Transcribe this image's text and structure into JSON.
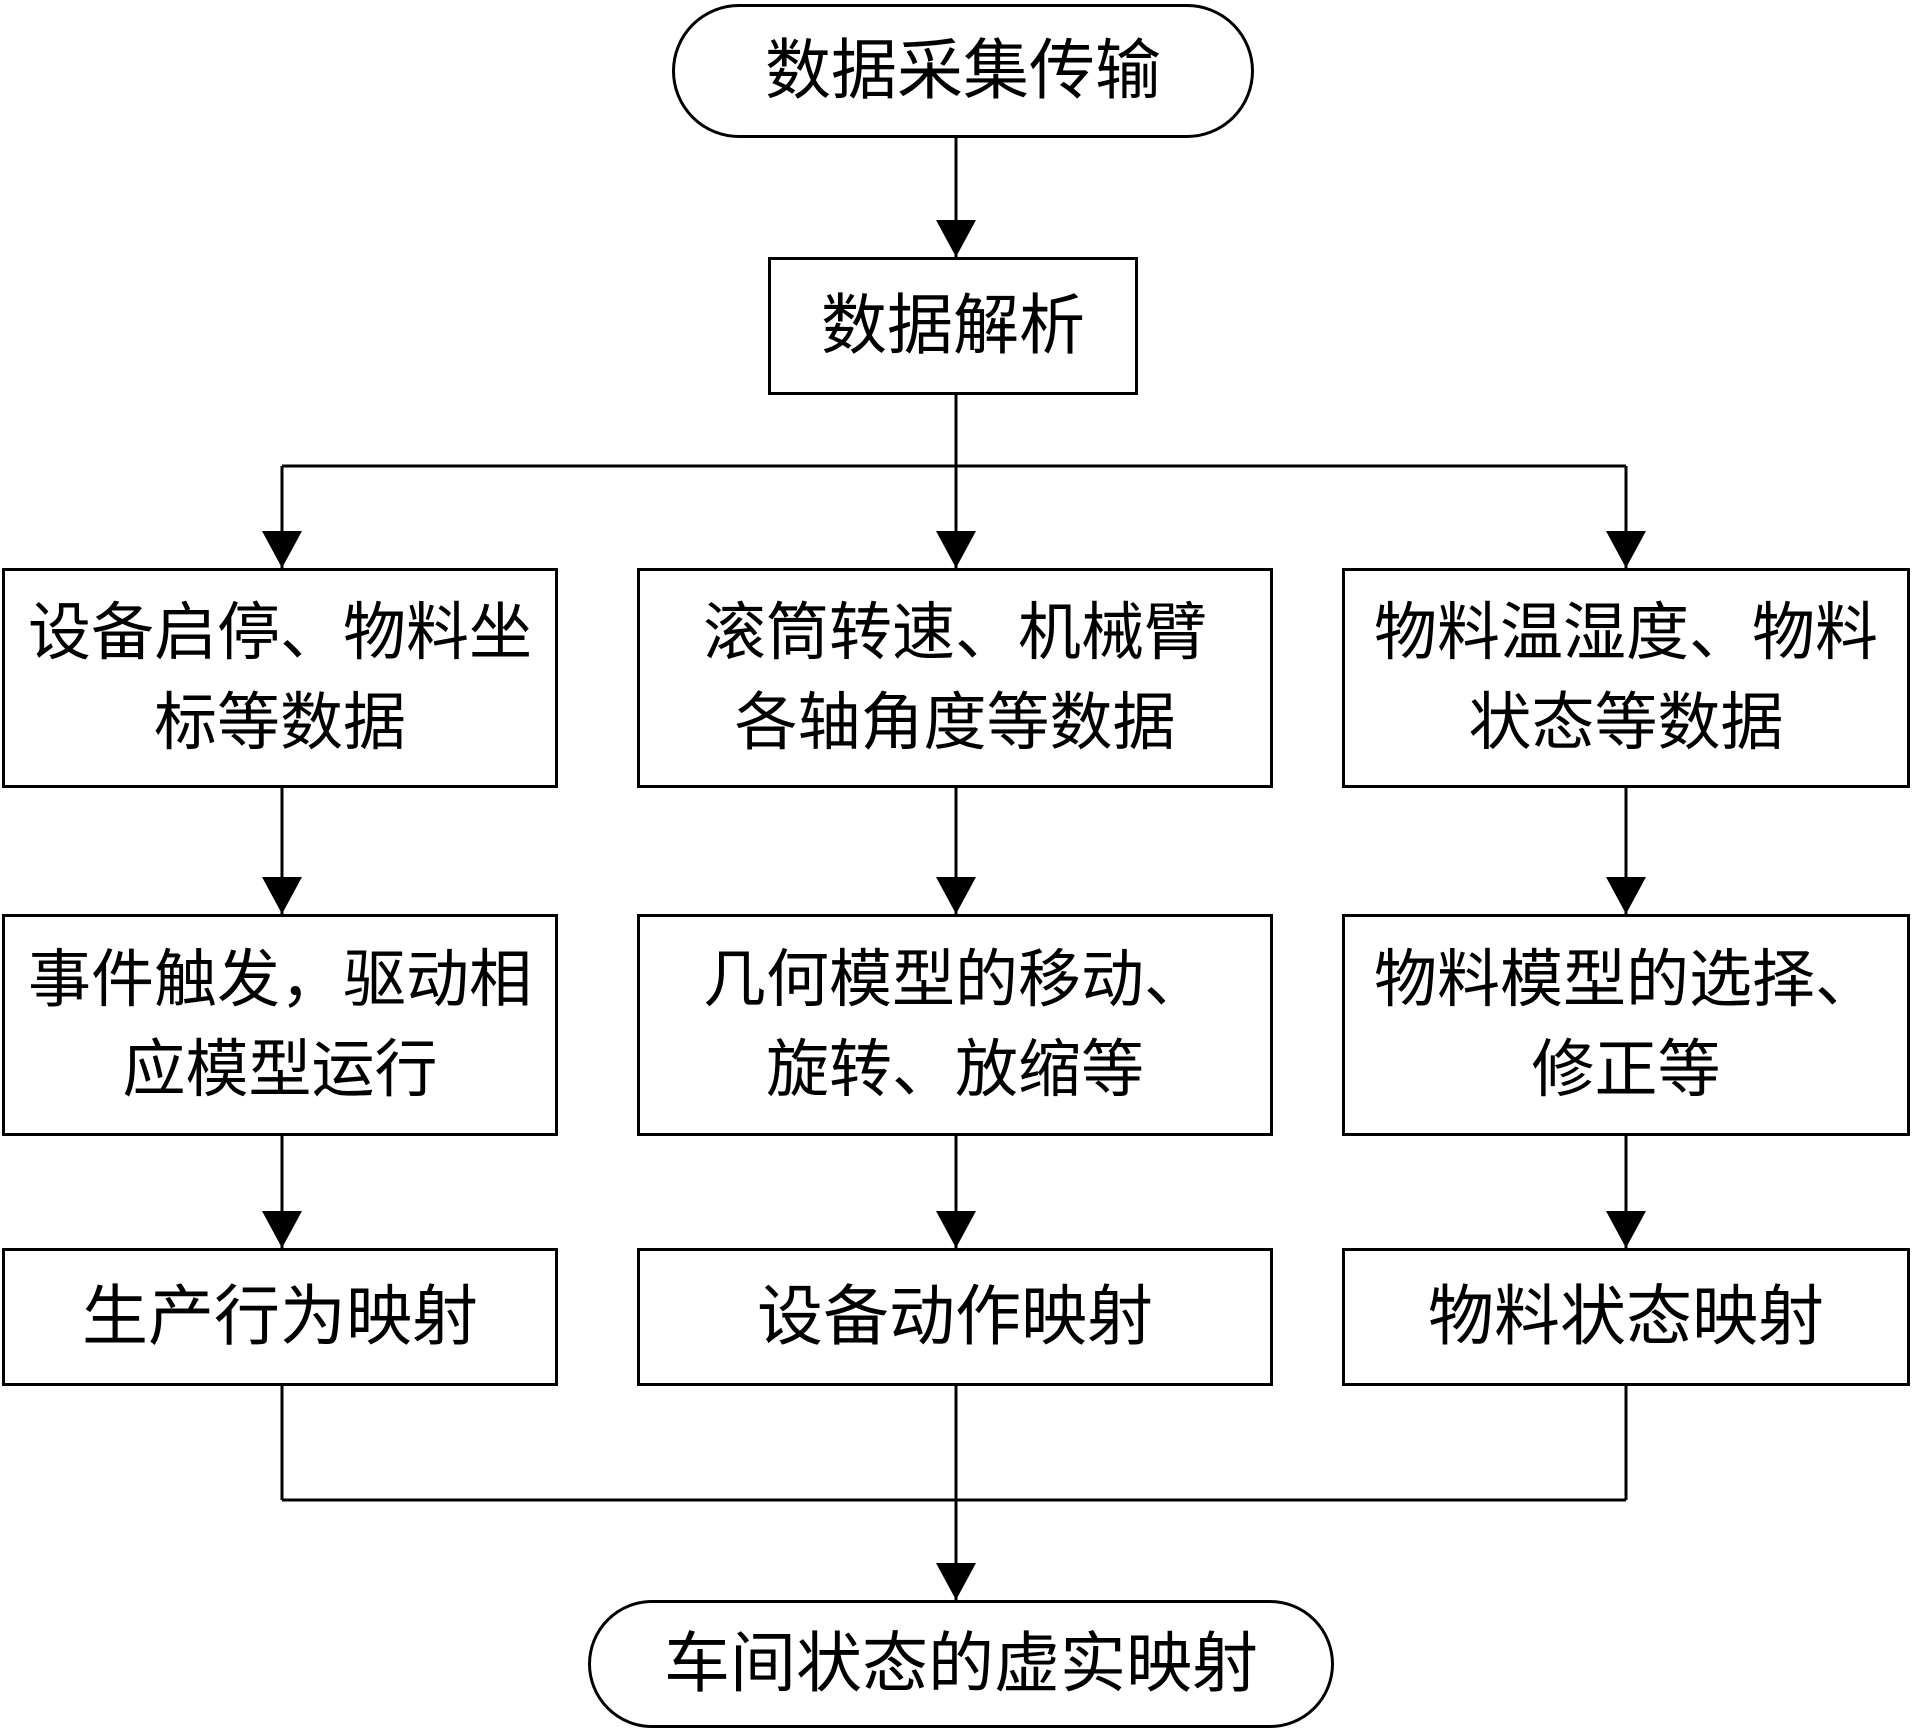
{
  "nodes": {
    "start": "数据采集传输",
    "parse": "数据解析",
    "left1": "设备启停、物料坐标等数据",
    "mid1": "滚筒转速、机械臂各轴角度等数据",
    "right1": "物料温湿度、物料状态等数据",
    "left2": "事件触发，驱动相应模型运行",
    "mid2": "几何模型的移动、旋转、放缩等",
    "right2": "物料模型的选择、修正等",
    "left3": "生产行为映射",
    "mid3": "设备动作映射",
    "right3": "物料状态映射",
    "end": "车间状态的虚实映射"
  },
  "colors": {
    "stroke": "#000000",
    "background": "#ffffff"
  }
}
